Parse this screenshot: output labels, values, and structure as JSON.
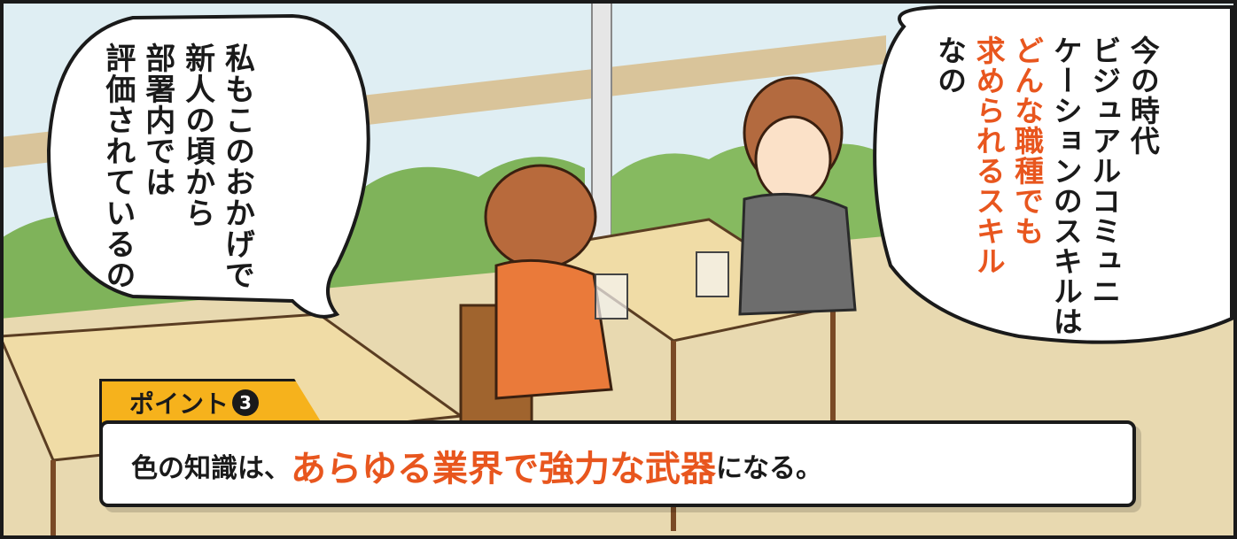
{
  "bubble_left": {
    "lines": [
      "私もこのおかげで",
      "新人の頃から",
      "部署内では",
      "評価されているの"
    ]
  },
  "bubble_right": {
    "line1": "今の時代",
    "line2": "ビジュアルコミュニ",
    "line3": "ケーションのスキルは",
    "line4": "どんな職種でも",
    "line5": "求められるスキル",
    "line6": "なの"
  },
  "point": {
    "tag": "ポイント",
    "number": "3",
    "text_before": "色の知識は、",
    "text_highlight": "あらゆる業界で強力な武器",
    "text_after": "になる。"
  },
  "colors": {
    "accent": "#e8561e",
    "tag": "#f6b21c"
  }
}
